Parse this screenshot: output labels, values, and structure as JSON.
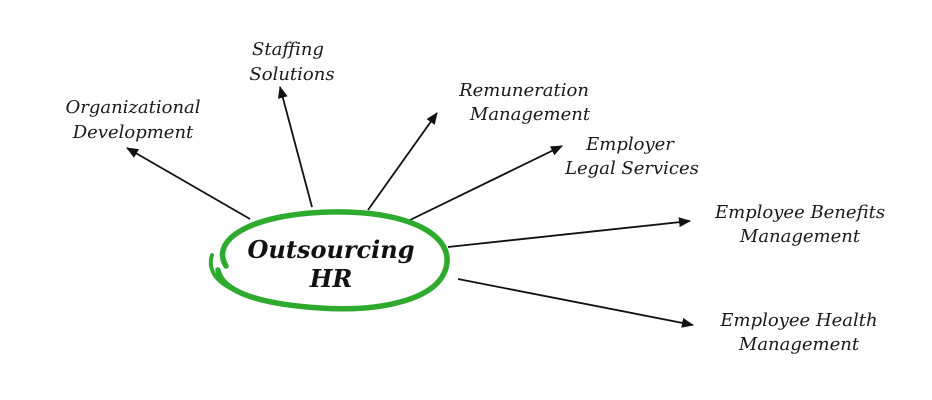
{
  "diagram": {
    "center": {
      "line1": "Outsourcing",
      "line2": "HR"
    },
    "ring_color": "#2eaa2e",
    "nodes": [
      {
        "id": "organizational-development",
        "line1": "Organizational",
        "line2": "Development"
      },
      {
        "id": "staffing-solutions",
        "line1": "Staffing",
        "line2": "Solutions"
      },
      {
        "id": "remuneration-management",
        "line1": "Remuneration",
        "line2": "Management"
      },
      {
        "id": "employer-legal-services",
        "line1": "Employer",
        "line2": "Legal Services"
      },
      {
        "id": "employee-benefits-management",
        "line1": "Employee Benefits",
        "line2": "Management"
      },
      {
        "id": "employee-health-management",
        "line1": "Employee Health",
        "line2": "Management"
      }
    ]
  }
}
